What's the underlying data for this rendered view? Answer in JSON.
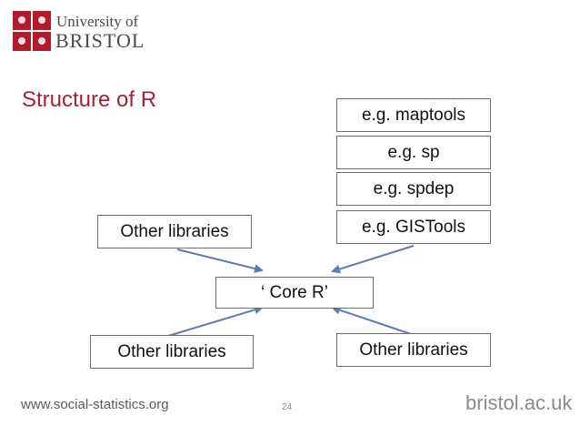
{
  "brand": {
    "line1": "University of",
    "line2": "BRISTOL"
  },
  "slide": {
    "title": "Structure of R",
    "page_number": "24"
  },
  "diagram": {
    "stack": [
      "e.g. maptools",
      "e.g. sp",
      "e.g. spdep",
      "e.g. GISTools"
    ],
    "left_top": "Other libraries",
    "core": "‘ Core R’",
    "bottom_left": "Other libraries",
    "bottom_right": "Other libraries"
  },
  "footer": {
    "website": "www.social-statistics.org",
    "domain": "bristol.ac.uk"
  },
  "colors": {
    "title": "#a3233b",
    "brand_red": "#b01c2e",
    "arrow": "#5b7db5",
    "box_border": "#6e6e6e"
  }
}
